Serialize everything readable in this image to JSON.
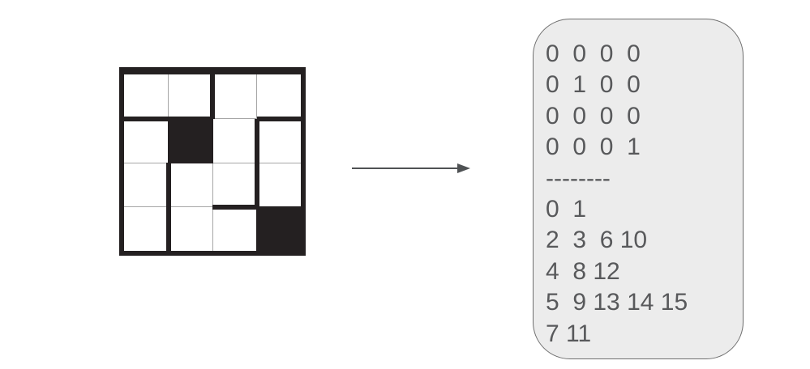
{
  "figure": {
    "maze": {
      "rows": 4,
      "cols": 4,
      "cell_size": 54.5,
      "matrix": [
        [
          0,
          0,
          0,
          0
        ],
        [
          0,
          1,
          0,
          0
        ],
        [
          0,
          0,
          0,
          0
        ],
        [
          0,
          0,
          0,
          1
        ]
      ],
      "blocked_cells": [
        [
          1,
          1
        ],
        [
          3,
          3
        ]
      ],
      "walls_h_below": [
        [
          0,
          0
        ],
        [
          0,
          1
        ],
        [
          0,
          3
        ],
        [
          2,
          2
        ]
      ],
      "walls_v_right": [
        [
          0,
          1
        ],
        [
          1,
          2
        ],
        [
          2,
          2
        ],
        [
          2,
          0
        ],
        [
          3,
          0
        ]
      ],
      "colors": {
        "wall": "#242021",
        "thin_line": "#a6a6a6",
        "cell": "#ffffff"
      }
    },
    "arrow": {
      "direction": "right",
      "color": "#4f5254"
    },
    "panel": {
      "background": "#ececec",
      "border_color": "#6e6e6e",
      "text_color": "#58595b",
      "matrix_lines": [
        "0  0  0  0",
        "0  1  0  0",
        "0  0  0  0",
        "0  0  0  1"
      ],
      "separator": "--------",
      "group_lines": [
        "0  1",
        "2  3  6 10",
        "4  8 12",
        "5  9 13 14 15",
        "7 11"
      ]
    }
  }
}
